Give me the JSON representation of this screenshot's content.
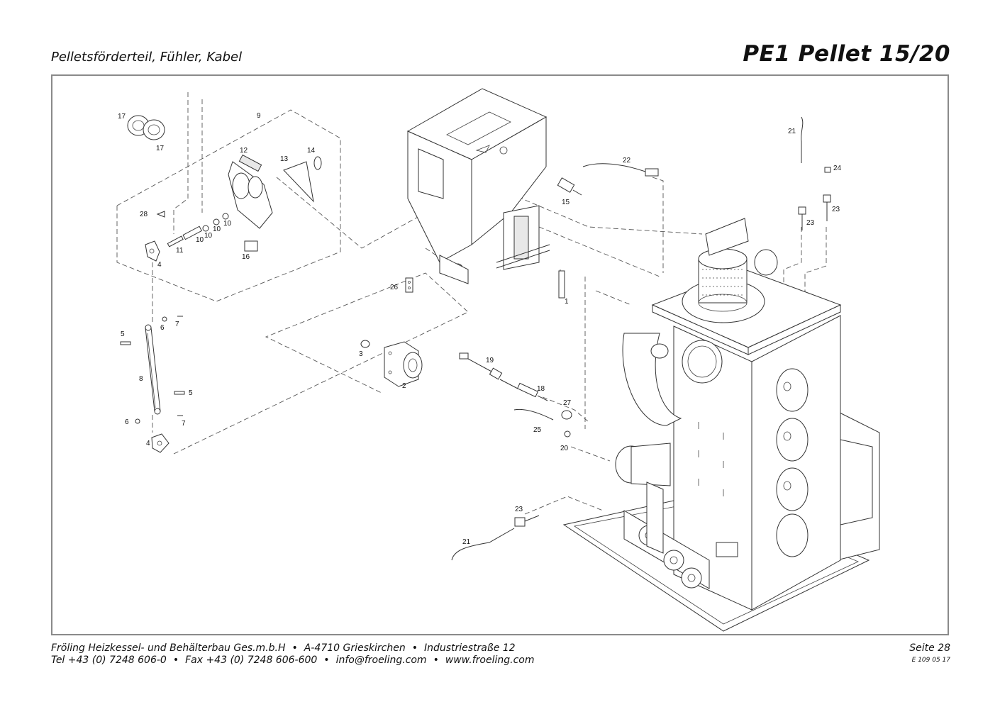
{
  "header": {
    "subtitle": "Pelletsförderteil, Fühler, Kabel",
    "title": "PE1 Pellet 15/20"
  },
  "footer": {
    "company": "Fröling Heizkessel- und Behälterbau Ges.m.b.H",
    "address": "A-4710 Grieskirchen",
    "street": "Industriestraße 12",
    "tel": "Tel +43 (0) 7248 606-0",
    "fax": "Fax +43 (0) 7248 606-600",
    "email": "info@froeling.com",
    "web": "www.froeling.com",
    "page": "Seite 28",
    "doc_number": "E 109 05 17"
  },
  "parts": {
    "p17a": "17",
    "p17b": "17",
    "p9": "9",
    "p12": "12",
    "p13": "13",
    "p14": "14",
    "p28": "28",
    "p10a": "10",
    "p10b": "10",
    "p10c": "10",
    "p10d": "10",
    "p11": "11",
    "p4a": "4",
    "p16": "16",
    "p5a": "5",
    "p6a": "6",
    "p7a": "7",
    "p8": "8",
    "p5b": "5",
    "p6b": "6",
    "p7b": "7",
    "p4b": "4",
    "p26": "26",
    "p3": "3",
    "p2": "2",
    "p15": "15",
    "p1": "1",
    "p22": "22",
    "p21a": "21",
    "p24": "24",
    "p23a": "23",
    "p23b": "23",
    "p19": "19",
    "p18": "18",
    "p27": "27",
    "p25": "25",
    "p20": "20",
    "p23c": "23",
    "p21b": "21"
  }
}
